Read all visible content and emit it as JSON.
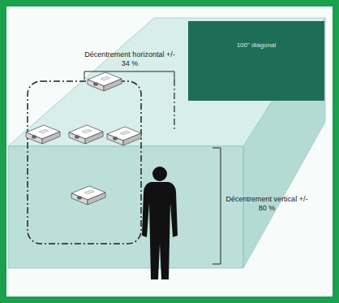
{
  "diagram": {
    "nodes": [
      {
        "text": [
          "100\" diagonal"
        ]
      }
    ],
    "labels": [
      "Décentrement horizontal +/- 34 %",
      "Décentrement vertical +/- 80 %"
    ]
  }
}
